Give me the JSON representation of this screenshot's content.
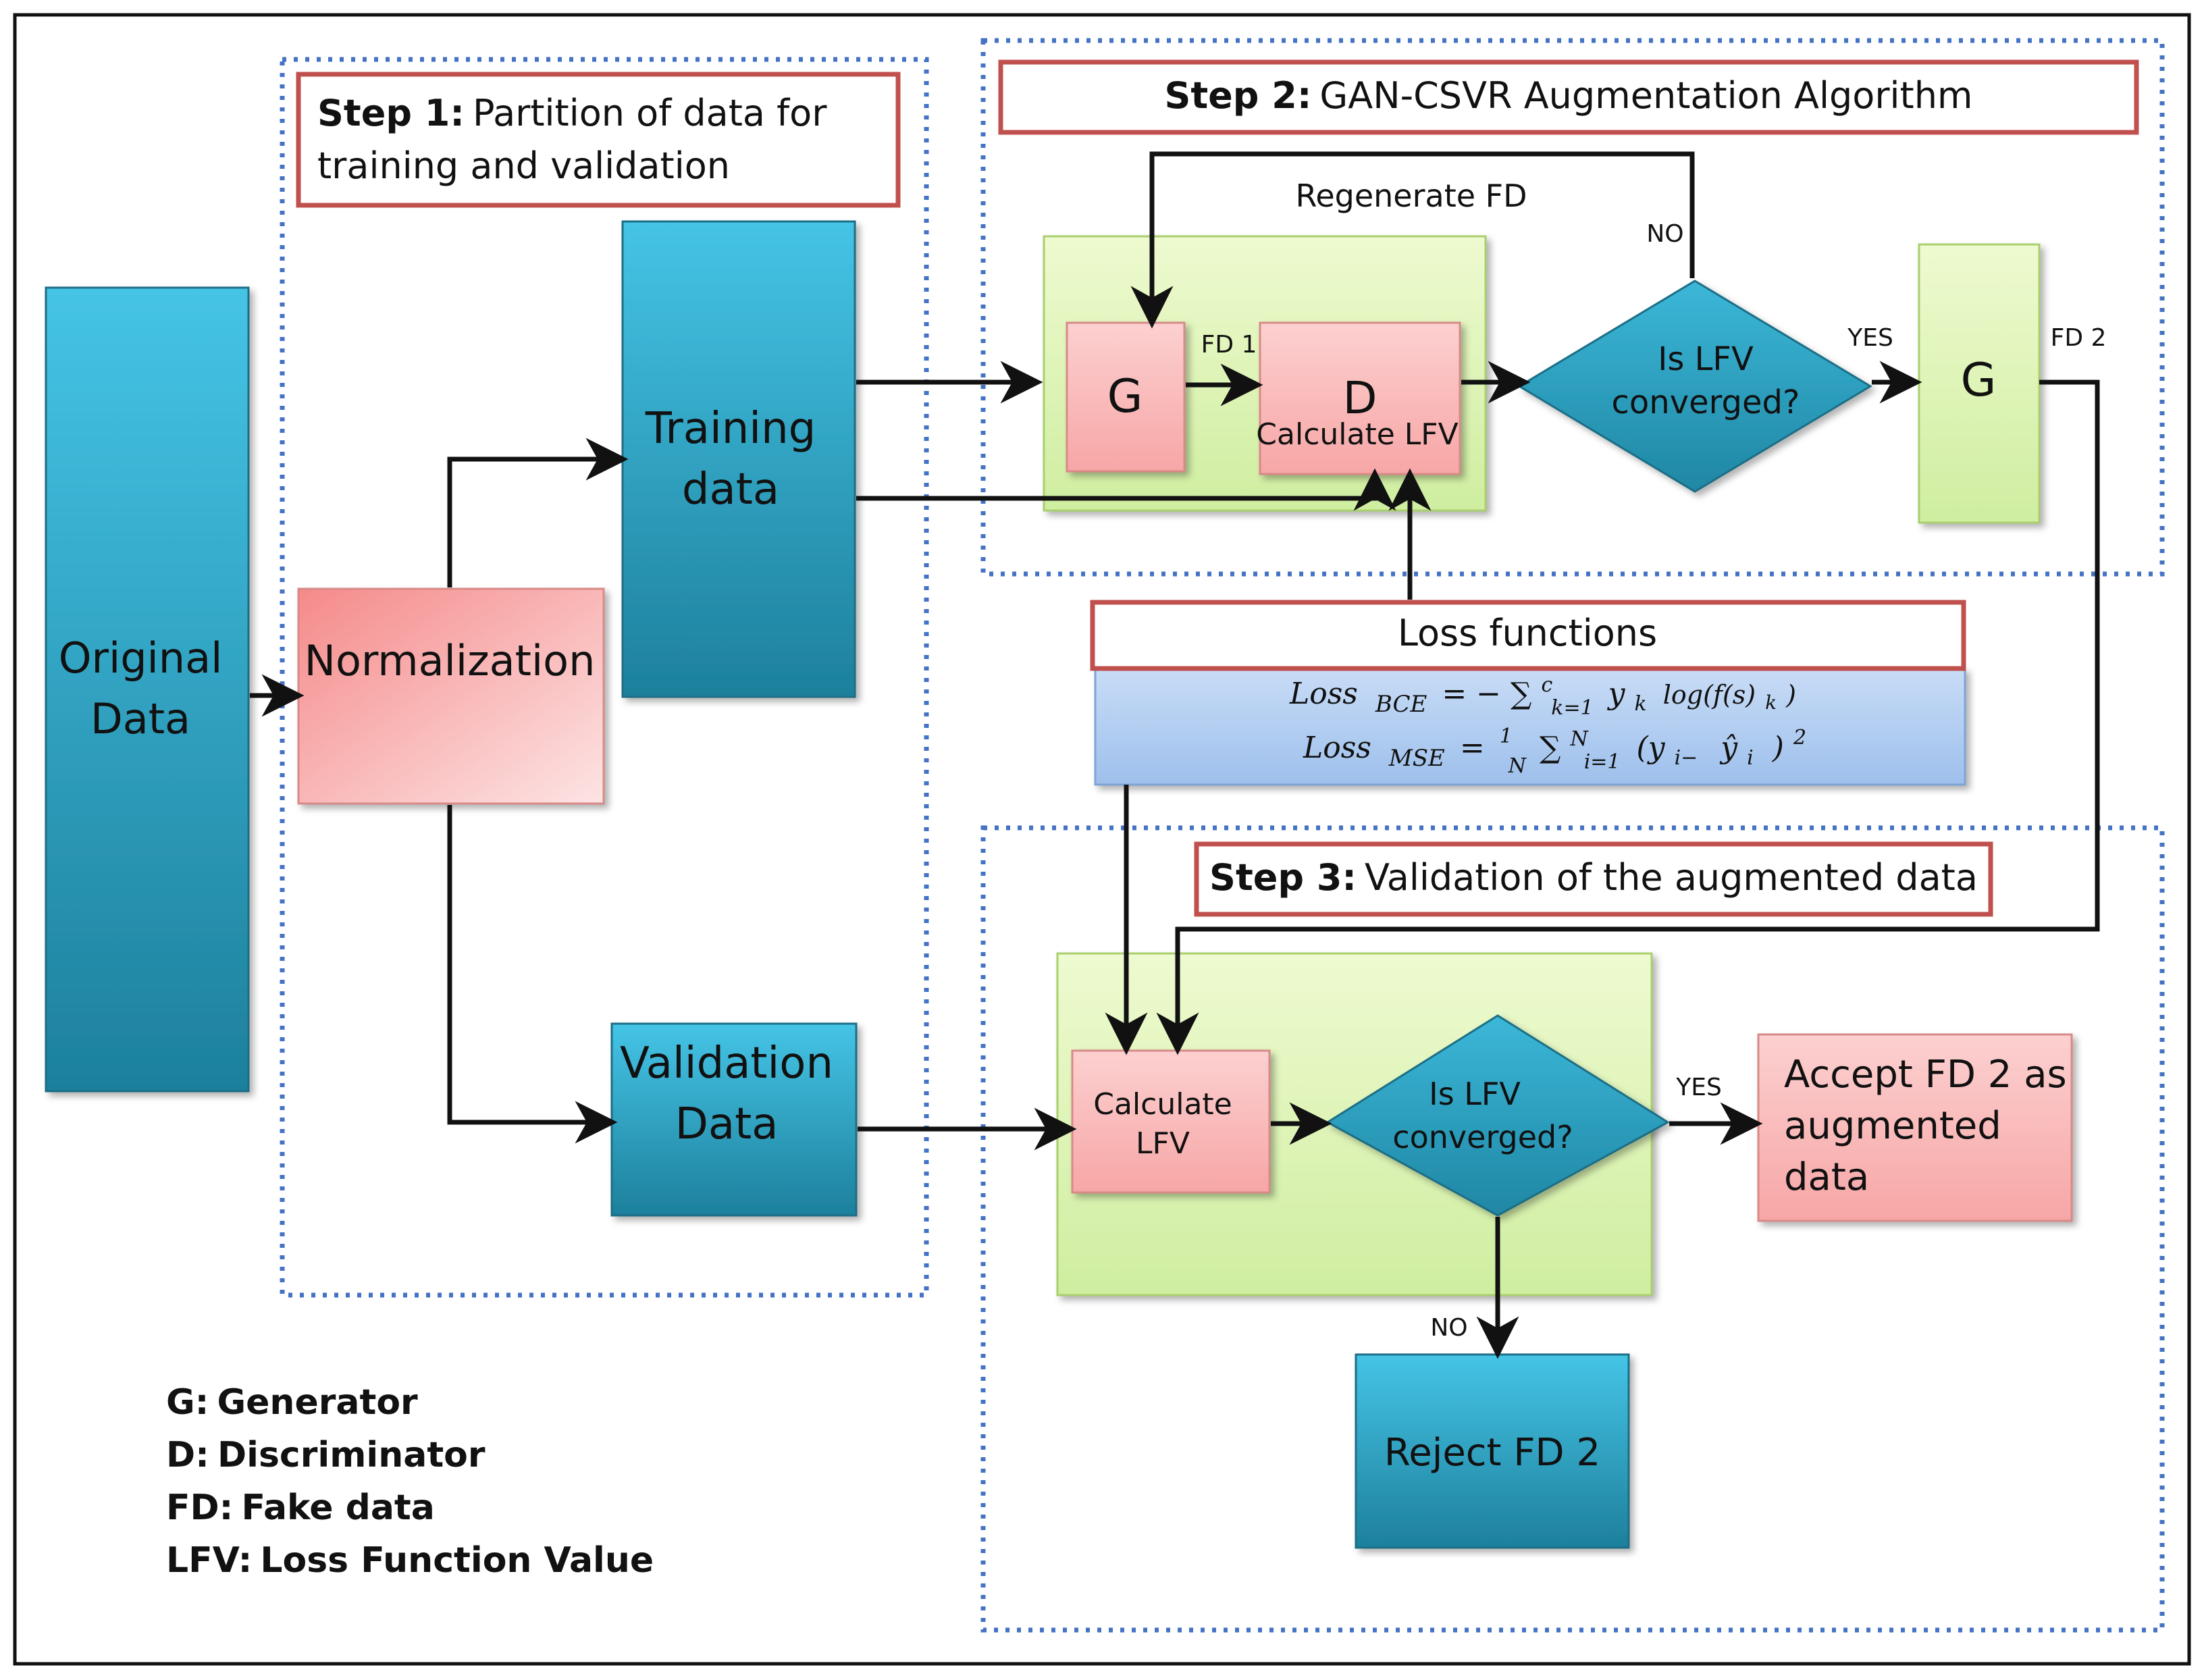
{
  "steps": {
    "step1": {
      "prefix": "Step 1:",
      "line1": "Partition of data for",
      "line2": "training and validation"
    },
    "step2": {
      "prefix": "Step 2:",
      "text": "GAN-CSVR Augmentation Algorithm"
    },
    "step3": {
      "prefix": "Step 3:",
      "text": "Validation of the augmented data"
    }
  },
  "nodes": {
    "original_data": {
      "line1": "Original",
      "line2": "Data"
    },
    "normalization": "Normalization",
    "training_data": {
      "line1": "Training",
      "line2": "data"
    },
    "validation_data": {
      "line1": "Validation",
      "line2": "Data"
    },
    "generator_1": "G",
    "discriminator": {
      "letter": "D",
      "sub": "Calculate LFV"
    },
    "decision_1": {
      "line1": "Is LFV",
      "line2": "converged?"
    },
    "generator_2": "G",
    "calculate_lfv": {
      "line1": "Calculate",
      "line2": "LFV"
    },
    "decision_2": {
      "line1": "Is LFV",
      "line2": "converged?"
    },
    "accept": {
      "line1": "Accept FD 2 as",
      "line2": "augmented",
      "line3": "data"
    },
    "reject": "Reject FD 2"
  },
  "labels": {
    "regenerate": "Regenerate FD",
    "no_1": "NO",
    "yes_1": "YES",
    "fd1": "FD 1",
    "fd2": "FD 2",
    "yes_2": "YES",
    "no_2": "NO"
  },
  "loss": {
    "title": "Loss functions",
    "bce": {
      "loss": "Loss",
      "sub": "BCE",
      "eq": "= − ∑",
      "sum_sup": "c",
      "sum_sub": "k=1",
      "term": "y",
      "term_sub": "k",
      "log": "log(f(s)",
      "log_sub": "k",
      "close": ")"
    },
    "mse": {
      "loss": "Loss",
      "sub": "MSE",
      "eq": "=",
      "frac_num": "1",
      "frac_den": "N",
      "sum": "∑",
      "sum_sup": "N",
      "sum_sub": "i=1",
      "open": "(y",
      "i_sub": "i−",
      "yhat": "ŷ",
      "yhat_sub": "i",
      "close": ")",
      "power": "2"
    }
  },
  "legend": [
    {
      "key": "G:",
      "value": "Generator"
    },
    {
      "key": "D:",
      "value": "Discriminator"
    },
    {
      "key": "FD:",
      "value": "Fake data"
    },
    {
      "key": "LFV:",
      "value": "Loss Function Value"
    }
  ],
  "colors": {
    "teal": "#2a9fbf",
    "pink": "#f7b0b0",
    "green": "#e3f5bd",
    "blue_dotted": "#4472c4",
    "red_border": "#c0504d",
    "formula_blue": "#b8d2f2"
  }
}
